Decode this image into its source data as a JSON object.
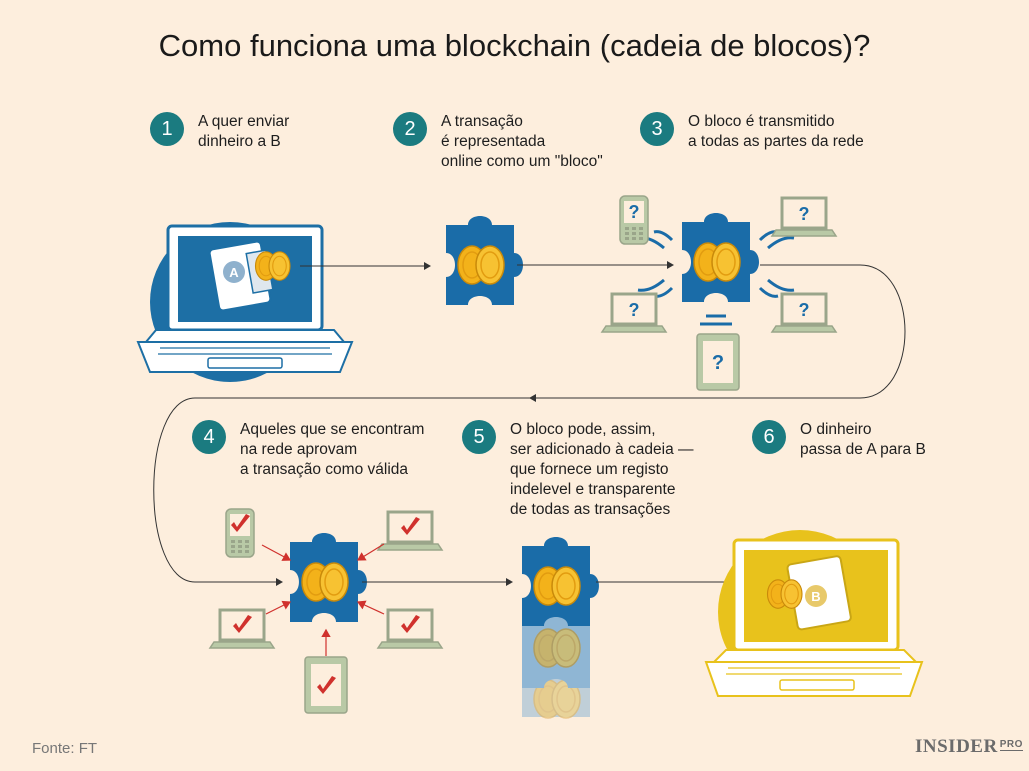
{
  "title": "Como funciona uma blockchain (cadeia de blocos)?",
  "colors": {
    "background": "#fdeedd",
    "teal": "#1b7b80",
    "blue": "#1a6ca8",
    "laptop_a": "#1d6fa5",
    "laptop_b": "#e8c21c",
    "coin": "#f3b21a",
    "check": "#d0312d",
    "device_green": "#b9c9a6"
  },
  "steps": [
    {
      "number": "1",
      "text": "A quer enviar\ndinheiro a B"
    },
    {
      "number": "2",
      "text": "A transação\né representada\nonline como um \"bloco\""
    },
    {
      "number": "3",
      "text": "O bloco é transmitido\na todas as partes da rede"
    },
    {
      "number": "4",
      "text": "Aqueles que se encontram\nna rede aprovam\na transação como válida"
    },
    {
      "number": "5",
      "text": "O bloco pode, assim,\nser adicionado à cadeia —\nque fornece um registo\nindelevel e transparente\nde todas as transações"
    },
    {
      "number": "6",
      "text": "O dinheiro\npassa de A para B"
    }
  ],
  "wallet_labels": {
    "sender": "A",
    "receiver": "B"
  },
  "network_mark": "?",
  "icons": [
    "laptop-icon",
    "wallet-icon",
    "coin-icon",
    "puzzle-block-icon",
    "phone-icon",
    "tablet-icon",
    "question-mark-icon",
    "checkmark-icon",
    "arrow-icon"
  ],
  "source": "Fonte: FT",
  "brand": {
    "name": "INSIDER",
    "sup": "PRO"
  }
}
